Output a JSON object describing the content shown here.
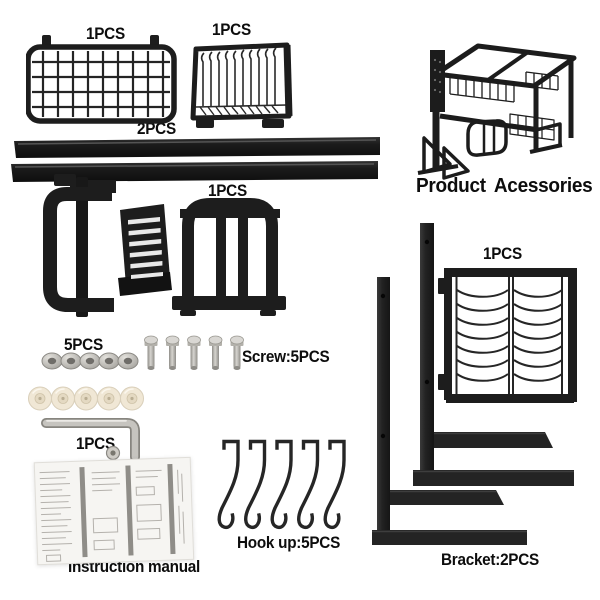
{
  "title": "Product Acessories",
  "labels": {
    "mesh_basket": "1PCS",
    "dish_drainer": "1PCS",
    "rails": "2PCS",
    "holder_set": "1PCS",
    "washers": "5PCS",
    "screws": "Screw:5PCS",
    "allen_key": "1PCS",
    "manual": "Instruction manual",
    "hooks": "Hook up:5PCS",
    "plate_rack": "1PCS",
    "brackets": "Bracket:2PCS"
  },
  "colors": {
    "part_black": "#1d1d1d",
    "metal_mid": "#b5b3ae",
    "metal_dark": "#87857f",
    "cap_cream": "#f0e7d5",
    "paper": "#f6f5f2",
    "text": "#0d0d0d",
    "background": "#ffffff"
  }
}
